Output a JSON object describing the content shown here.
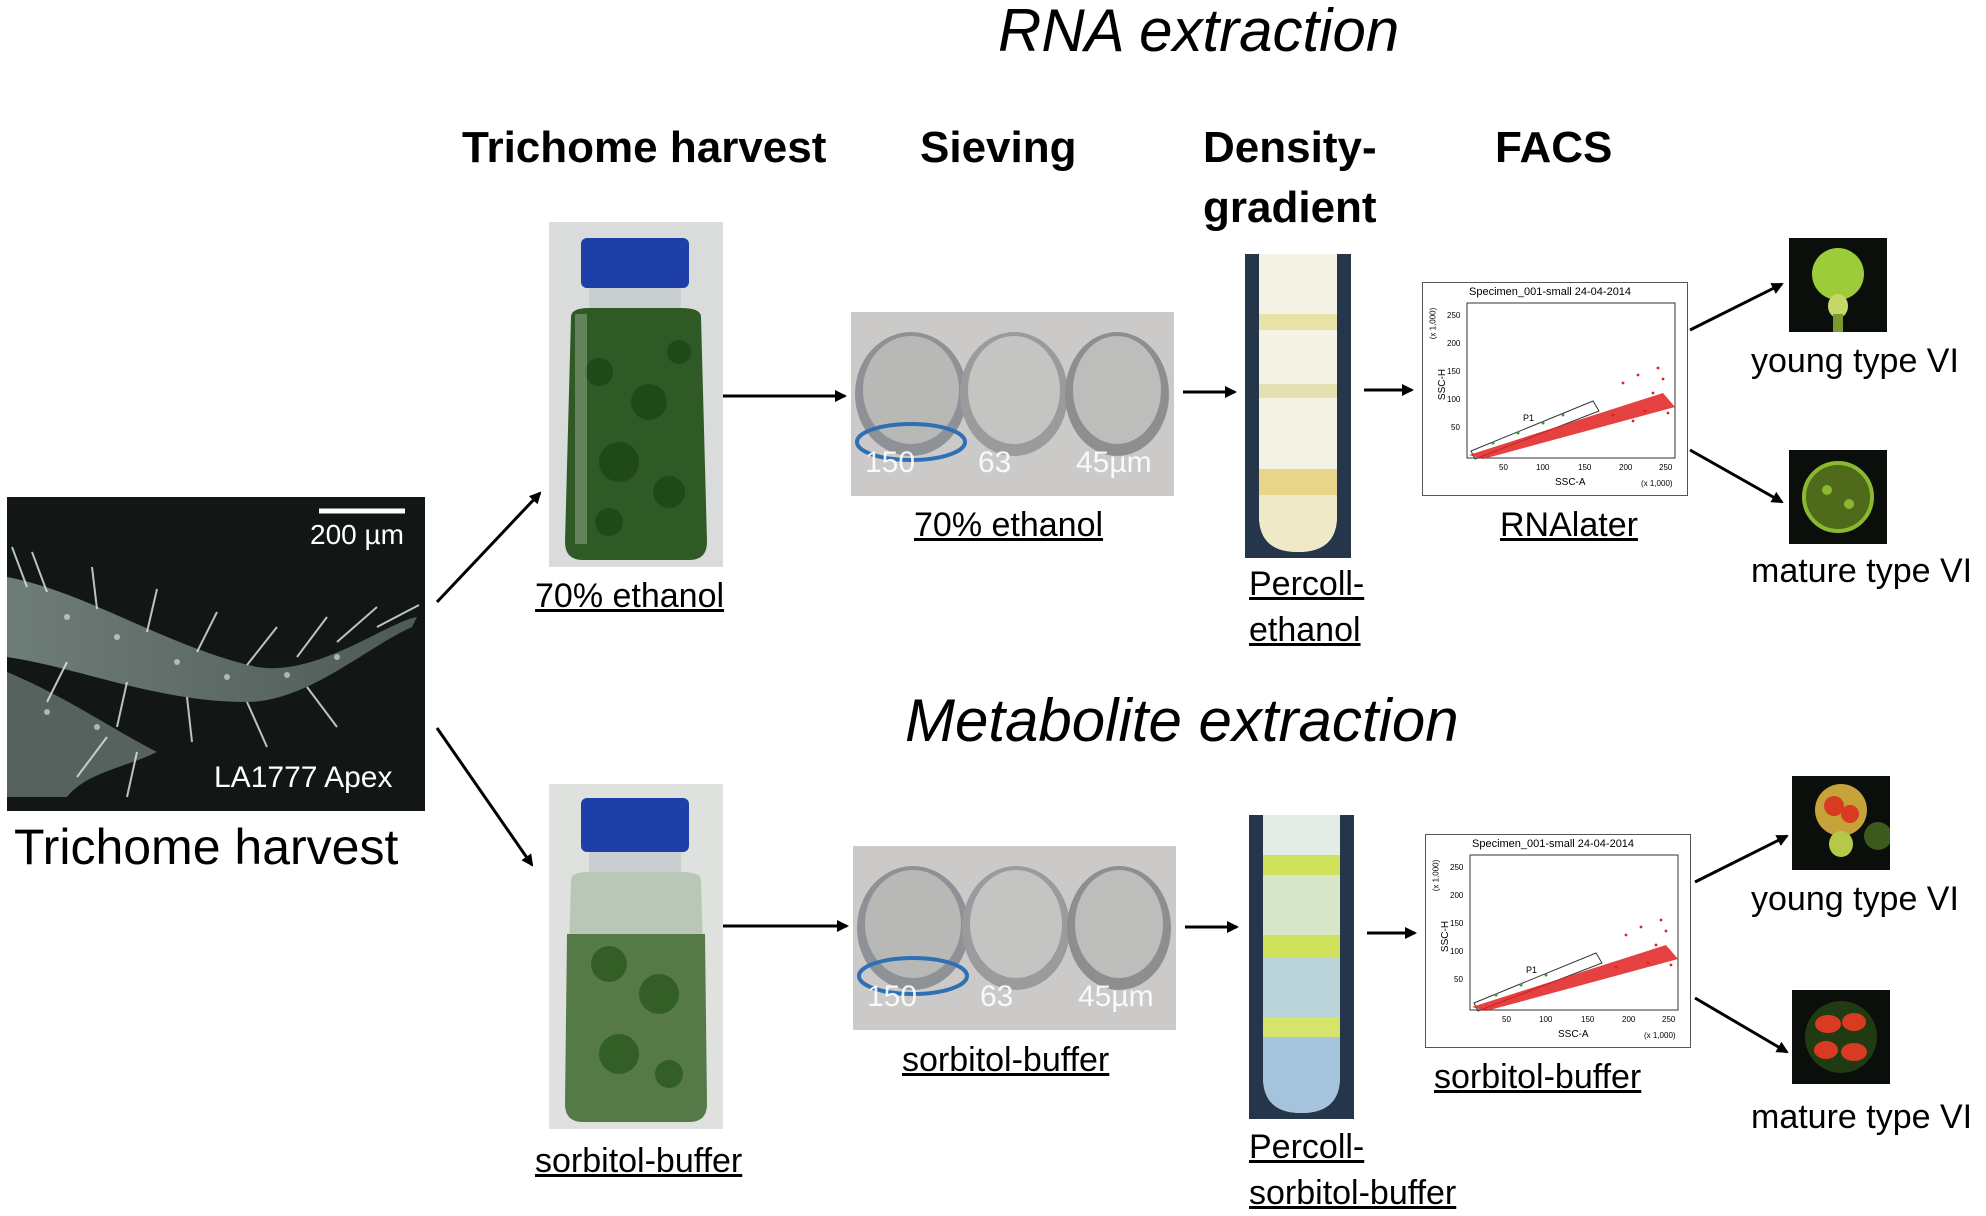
{
  "titles": {
    "rna": "RNA extraction",
    "metabolite": "Metabolite extraction"
  },
  "stages": {
    "trichome_harvest": "Trichome harvest",
    "sieving": "Sieving",
    "density_gradient": "Density-\ngradient",
    "facs": "FACS"
  },
  "source": {
    "scale_label": "200 µm",
    "specimen_label": "LA1777 Apex",
    "caption": "Trichome harvest"
  },
  "rna": {
    "bottle_caption": "70% ethanol",
    "sieve_sizes": [
      "150",
      "63",
      "45µm"
    ],
    "sieve_caption": "70% ethanol",
    "gradient_caption": "Percoll-\nethanol",
    "facs_caption": "RNAlater",
    "out_young": "young type VI",
    "out_mature": "mature type VI"
  },
  "metabolite": {
    "bottle_caption": "sorbitol-buffer",
    "sieve_sizes": [
      "150",
      "63",
      "45µm"
    ],
    "sieve_caption": "sorbitol-buffer",
    "gradient_caption": "Percoll-\nsorbitol-buffer",
    "facs_caption": "sorbitol-buffer",
    "out_young": "young type VI",
    "out_mature": "mature type VI"
  },
  "facs_plot": {
    "title": "Specimen_001-small 24-04-2014",
    "xlabel": "SSC-A",
    "ylabel": "SSC-H",
    "y_multiplier": "(x 1,000)",
    "x_multiplier": "(x 1,000)",
    "x_ticks": [
      "50",
      "100",
      "150",
      "200",
      "250"
    ],
    "y_ticks": [
      "50",
      "100",
      "150",
      "200",
      "250"
    ],
    "gate_label": "P1"
  },
  "colors": {
    "dark_bg": "#0b0f0c",
    "rna_cell": "#9ccc3a",
    "met_cell_red": "#d83a22",
    "bottle_cap": "#1f3fa8"
  }
}
